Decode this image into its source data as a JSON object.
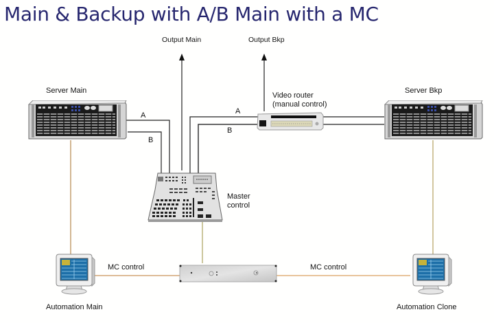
{
  "title": "Main & Backup with A/B Main with a MC",
  "outputs": {
    "main": "Output Main",
    "backup": "Output Bkp"
  },
  "devices": {
    "server_main": "Server Main",
    "server_bkp": "Server Bkp",
    "video_router": [
      "Video router",
      "(manual control)"
    ],
    "master_control": [
      "Master",
      "control"
    ],
    "automation_main": "Automation Main",
    "automation_clone": "Automation Clone"
  },
  "links": {
    "a_label_main": "A",
    "b_label_main": "B",
    "a_label_router": "A",
    "b_label_router": "B",
    "mc_control_left": "MC control",
    "mc_control_right": "MC control"
  },
  "colors": {
    "title": "#26266e",
    "signal_wire": "#1a1a1a",
    "control_wire": "#b5864a",
    "control_wire_mc": "#a8a05a"
  }
}
